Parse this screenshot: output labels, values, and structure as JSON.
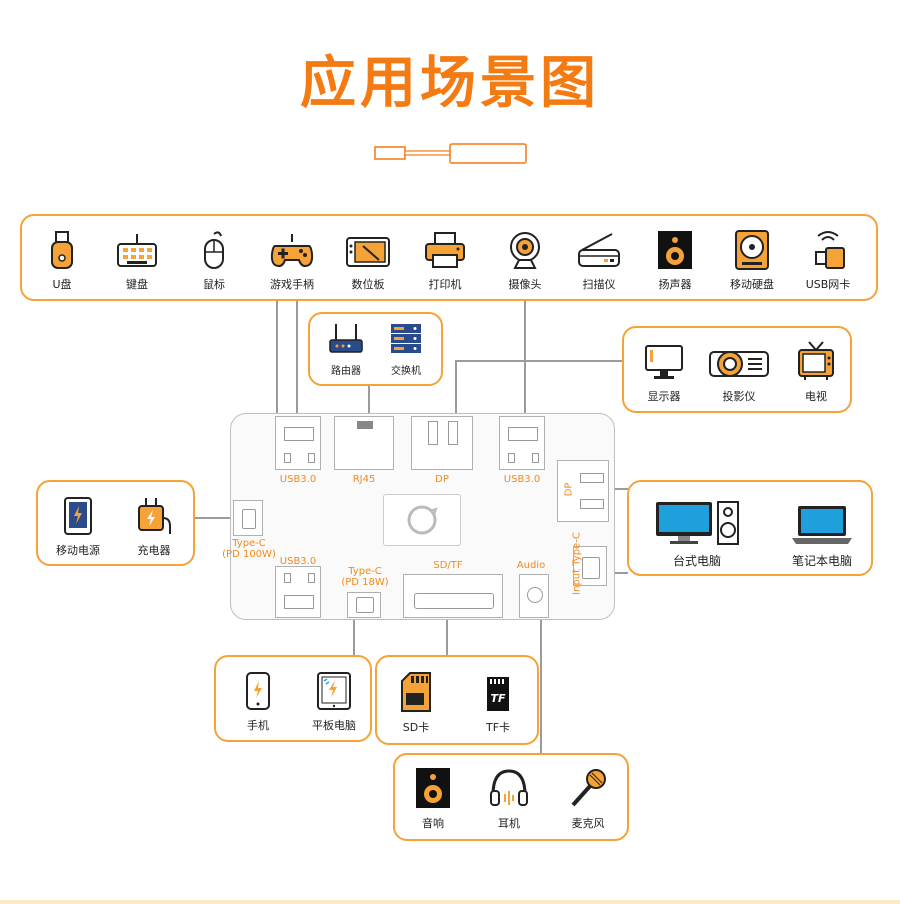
{
  "title": "应用场景图",
  "colors": {
    "accent": "#f47a12",
    "border": "#f5a236",
    "line": "#9b9b9b"
  },
  "top_devices": [
    {
      "label": "U盘",
      "icon": "usb-drive-icon"
    },
    {
      "label": "键盘",
      "icon": "keyboard-icon"
    },
    {
      "label": "鼠标",
      "icon": "mouse-icon"
    },
    {
      "label": "游戏手柄",
      "icon": "gamepad-icon"
    },
    {
      "label": "数位板",
      "icon": "drawing-tablet-icon"
    },
    {
      "label": "打印机",
      "icon": "printer-icon"
    },
    {
      "label": "摄像头",
      "icon": "webcam-icon"
    },
    {
      "label": "扫描仪",
      "icon": "scanner-icon"
    },
    {
      "label": "扬声器",
      "icon": "speaker-icon"
    },
    {
      "label": "移动硬盘",
      "icon": "hard-drive-icon"
    },
    {
      "label": "USB网卡",
      "icon": "usb-wifi-icon"
    }
  ],
  "network": [
    {
      "label": "路由器",
      "icon": "router-icon"
    },
    {
      "label": "交换机",
      "icon": "switch-icon"
    }
  ],
  "display": [
    {
      "label": "显示器",
      "icon": "monitor-icon"
    },
    {
      "label": "投影仪",
      "icon": "projector-icon"
    },
    {
      "label": "电视",
      "icon": "tv-icon"
    }
  ],
  "power": [
    {
      "label": "移动电源",
      "icon": "power-bank-icon"
    },
    {
      "label": "充电器",
      "icon": "charger-icon"
    }
  ],
  "computers": [
    {
      "label": "台式电脑",
      "icon": "desktop-pc-icon"
    },
    {
      "label": "笔记本电脑",
      "icon": "laptop-icon"
    }
  ],
  "mobile": [
    {
      "label": "手机",
      "icon": "phone-icon"
    },
    {
      "label": "平板电脑",
      "icon": "tablet-icon"
    }
  ],
  "cards": [
    {
      "label": "SD卡",
      "icon": "sd-card-icon"
    },
    {
      "label": "TF卡",
      "icon": "tf-card-icon",
      "chip": "TF"
    }
  ],
  "audio": [
    {
      "label": "音响",
      "icon": "speaker-icon"
    },
    {
      "label": "耳机",
      "icon": "headphones-icon"
    },
    {
      "label": "麦克风",
      "icon": "microphone-icon"
    }
  ],
  "hub_ports": {
    "usb_top_left": "USB3.0",
    "rj45": "RJ45",
    "dp_top": "DP",
    "usb_top_right": "USB3.0",
    "dp_right": "DP",
    "typec_pd100_line1": "Type-C",
    "typec_pd100_line2": "(PD 100W)",
    "usb_bottom_left": "USB3.0",
    "typec_pd18_line1": "Type-C",
    "typec_pd18_line2": "(PD 18W)",
    "sdtf": "SD/TF",
    "audio": "Audio",
    "input_typec": "Input Type-C"
  }
}
